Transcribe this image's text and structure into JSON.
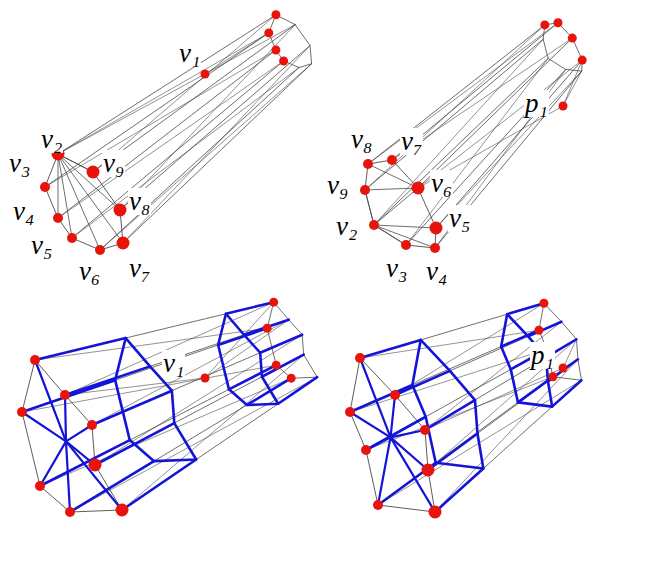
{
  "diagram": {
    "labels": [
      "v₁",
      "v₂",
      "v₃",
      "v₉",
      "v₄",
      "v₈",
      "v₅",
      "v₆",
      "v₇",
      "v₈",
      "v₇",
      "p₁",
      "v₉",
      "v₆",
      "v₅",
      "v₂",
      "v₃",
      "v₄",
      "v₁",
      "p₁"
    ]
  }
}
